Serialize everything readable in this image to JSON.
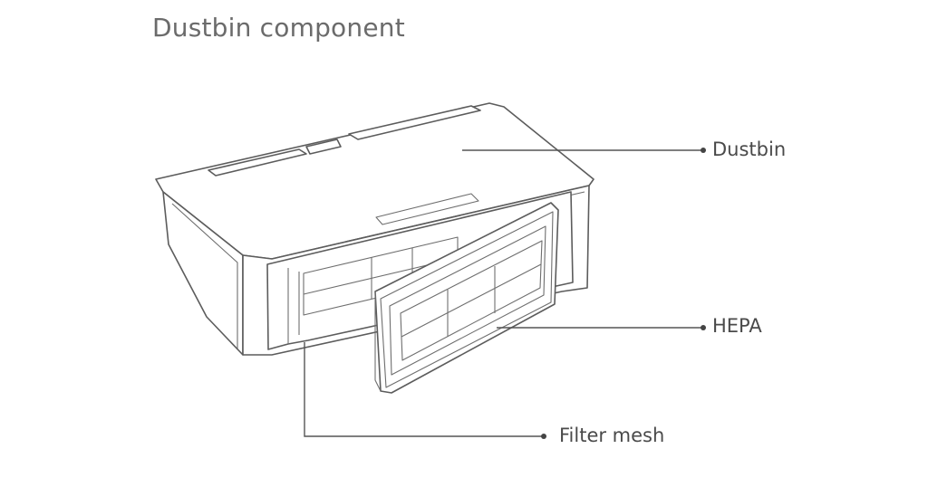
{
  "title": "Dustbin component",
  "callouts": {
    "dustbin": "Dustbin",
    "hepa": "HEPA",
    "filter_mesh": "Filter mesh"
  },
  "colors": {
    "background": "#ffffff",
    "line": "#5c5c5c",
    "text": "#4a4a4a",
    "title": "#6b6b6b"
  }
}
